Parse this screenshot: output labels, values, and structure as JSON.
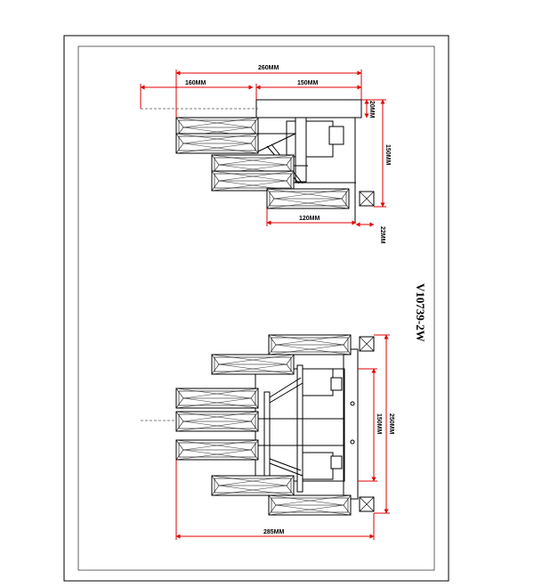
{
  "drawing": {
    "model": "V10739-2W",
    "colors": {
      "dimension": "#e00000",
      "line": "#000000"
    },
    "top_view": {
      "overall_width": "260MM",
      "arm_length": "160MM",
      "body_width": "150MM",
      "plate_thickness": "20MM",
      "depth": "150MM",
      "lower_arm": "120MM",
      "wall_gap": "22MM"
    },
    "front_view": {
      "overall_width": "285MM",
      "height": "250MM",
      "inner_height": "150MM"
    }
  }
}
